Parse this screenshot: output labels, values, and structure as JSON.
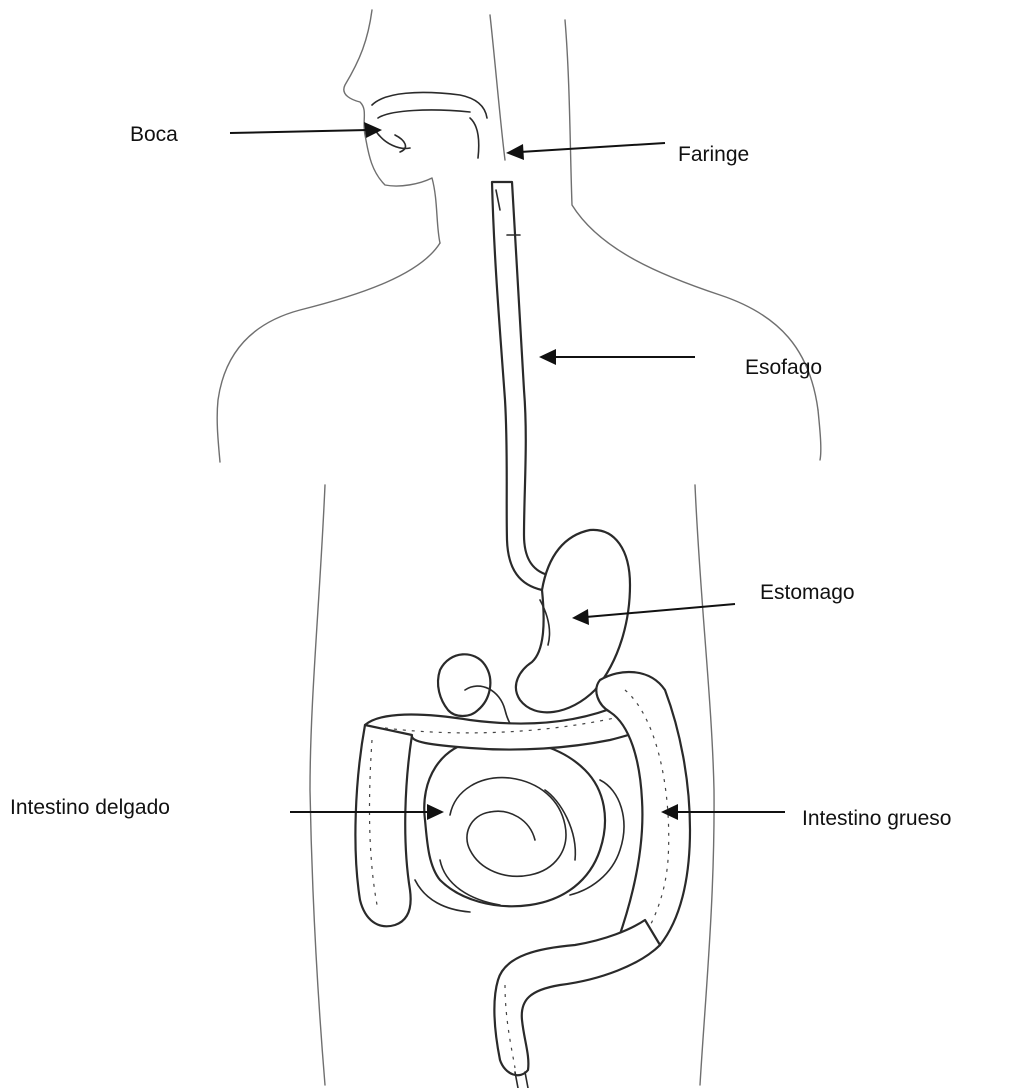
{
  "labels": {
    "mouth": "Boca",
    "pharynx": "Faringe",
    "esophagus": "Esofago",
    "stomach": "Estomago",
    "small_intestine": "Intestino delgado",
    "large_intestine": "Intestino grueso"
  },
  "colors": {
    "line": "#111111",
    "body_outline": "#6f6f6f",
    "background": "#ffffff"
  }
}
